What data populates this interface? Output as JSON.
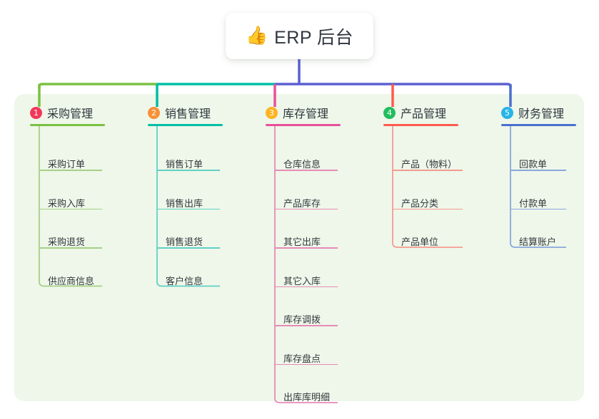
{
  "root": {
    "icon": "thumbs-up-emoji",
    "glyph": "👍",
    "title": "ERP 后台"
  },
  "palette": {
    "panel_bg": "#eef7e9",
    "card_bg": "#ffffff",
    "text": "#2f3640",
    "bus_green": "#7ac143",
    "bus_teal": "#00bfa5",
    "bus_blue": "#5b5fd0"
  },
  "columns": [
    {
      "number": "1",
      "title": "采购管理",
      "badge_color": "#f2385a",
      "line_color": "#7ac143",
      "leaf_color": "#a8cf86",
      "drop_color": "#7ac143",
      "items": [
        "采购订单",
        "采购入库",
        "采购退货",
        "供应商信息"
      ]
    },
    {
      "number": "2",
      "title": "销售管理",
      "badge_color": "#f79137",
      "line_color": "#00bfa5",
      "leaf_color": "#62cfc6",
      "drop_color": "#00bfa5",
      "items": [
        "销售订单",
        "销售出库",
        "销售退货",
        "客户信息"
      ]
    },
    {
      "number": "3",
      "title": "库存管理",
      "badge_color": "#fcb423",
      "line_color": "#e8509b",
      "leaf_color": "#e88ab8",
      "drop_color": "#e8509b",
      "items": [
        "仓库信息",
        "产品库存",
        "其它出库",
        "其它入库",
        "库存调拨",
        "库存盘点",
        "出库库明细"
      ]
    },
    {
      "number": "4",
      "title": "产品管理",
      "badge_color": "#22bd5f",
      "line_color": "#ff5a4e",
      "leaf_color": "#f59a90",
      "drop_color": "#ff5a4e",
      "items": [
        "产品（物料）",
        "产品分类",
        "产品单位"
      ]
    },
    {
      "number": "5",
      "title": "财务管理",
      "badge_color": "#27b4e8",
      "line_color": "#4a6fd0",
      "leaf_color": "#8aa6de",
      "drop_color": "#4a6fd0",
      "items": [
        "回款单",
        "付款单",
        "结算账户"
      ]
    }
  ]
}
